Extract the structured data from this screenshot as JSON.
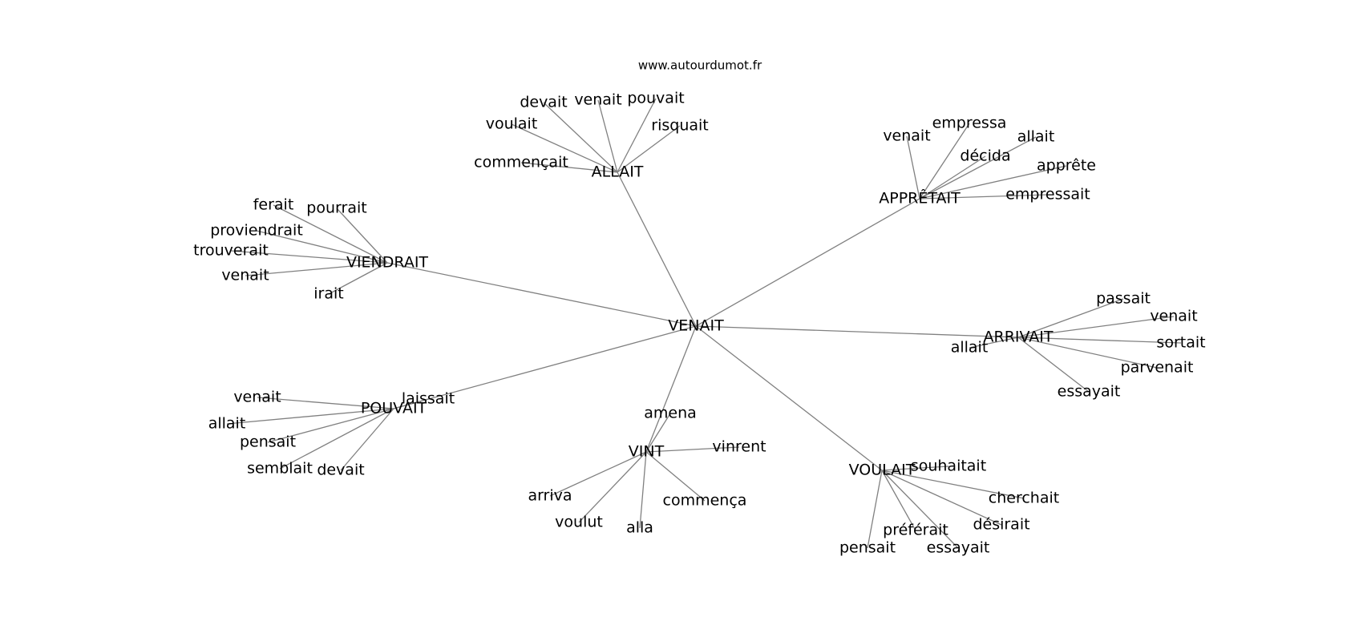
{
  "source_text": "www.autourdumot.fr",
  "center": {
    "id": "venait",
    "label": "VENAIT"
  },
  "hubs": [
    {
      "id": "allait",
      "label": "ALLAIT",
      "leaves": [
        {
          "id": "allait-devait",
          "label": "devait"
        },
        {
          "id": "allait-venait",
          "label": "venait"
        },
        {
          "id": "allait-pouvait",
          "label": "pouvait"
        },
        {
          "id": "allait-voulait",
          "label": "voulait"
        },
        {
          "id": "allait-risquait",
          "label": "risquait"
        },
        {
          "id": "allait-commencait",
          "label": "commençait"
        }
      ]
    },
    {
      "id": "appretait",
      "label": "APPRÊTAIT",
      "leaves": [
        {
          "id": "appretait-venait",
          "label": "venait"
        },
        {
          "id": "appretait-empressa",
          "label": "empressa"
        },
        {
          "id": "appretait-allait",
          "label": "allait"
        },
        {
          "id": "appretait-decida",
          "label": "décida"
        },
        {
          "id": "appretait-apprete",
          "label": "apprête"
        },
        {
          "id": "appretait-empressait",
          "label": "empressait"
        }
      ]
    },
    {
      "id": "viendrait",
      "label": "VIENDRAIT",
      "leaves": [
        {
          "id": "viendrait-ferait",
          "label": "ferait"
        },
        {
          "id": "viendrait-pourrait",
          "label": "pourrait"
        },
        {
          "id": "viendrait-proviendrait",
          "label": "proviendrait"
        },
        {
          "id": "viendrait-trouverait",
          "label": "trouverait"
        },
        {
          "id": "viendrait-venait",
          "label": "venait"
        },
        {
          "id": "viendrait-irait",
          "label": "irait"
        }
      ]
    },
    {
      "id": "arrivait",
      "label": "ARRIVAIT",
      "leaves": [
        {
          "id": "arrivait-passait",
          "label": "passait"
        },
        {
          "id": "arrivait-venait",
          "label": "venait"
        },
        {
          "id": "arrivait-sortait",
          "label": "sortait"
        },
        {
          "id": "arrivait-parvenait",
          "label": "parvenait"
        },
        {
          "id": "arrivait-essayait",
          "label": "essayait"
        },
        {
          "id": "arrivait-allait",
          "label": "allait"
        }
      ]
    },
    {
      "id": "pouvait",
      "label": "POUVAIT",
      "leaves": [
        {
          "id": "pouvait-laissait",
          "label": "laissait"
        },
        {
          "id": "pouvait-venait",
          "label": "venait"
        },
        {
          "id": "pouvait-allait",
          "label": "allait"
        },
        {
          "id": "pouvait-pensait",
          "label": "pensait"
        },
        {
          "id": "pouvait-semblait",
          "label": "semblait"
        },
        {
          "id": "pouvait-devait",
          "label": "devait"
        }
      ]
    },
    {
      "id": "vint",
      "label": "VINT",
      "leaves": [
        {
          "id": "vint-amena",
          "label": "amena"
        },
        {
          "id": "vint-vinrent",
          "label": "vinrent"
        },
        {
          "id": "vint-arriva",
          "label": "arriva"
        },
        {
          "id": "vint-commenca",
          "label": "commença"
        },
        {
          "id": "vint-voulut",
          "label": "voulut"
        },
        {
          "id": "vint-alla",
          "label": "alla"
        }
      ]
    },
    {
      "id": "voulait",
      "label": "VOULAIT",
      "leaves": [
        {
          "id": "voulait-souhaitait",
          "label": "souhaitait"
        },
        {
          "id": "voulait-cherchait",
          "label": "cherchait"
        },
        {
          "id": "voulait-desirait",
          "label": "désirait"
        },
        {
          "id": "voulait-preferait",
          "label": "préférait"
        },
        {
          "id": "voulait-essayait",
          "label": "essayait"
        },
        {
          "id": "voulait-pensait",
          "label": "pensait"
        }
      ]
    }
  ]
}
